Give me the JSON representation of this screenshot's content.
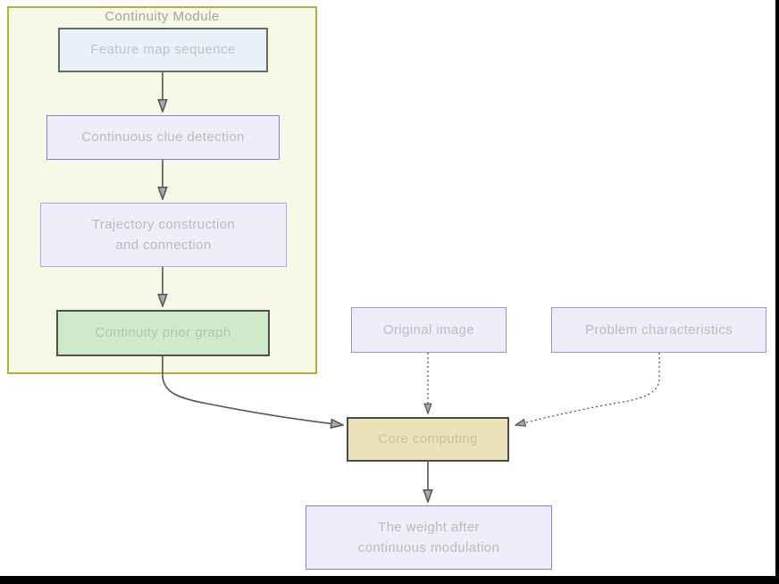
{
  "diagram": {
    "module": {
      "title": "Continuity Module",
      "nodes": [
        {
          "id": "feature-map-sequence",
          "label": "Feature map sequence"
        },
        {
          "id": "continuous-clue-detection",
          "label": "Continuous clue detection"
        },
        {
          "id": "trajectory-construction",
          "label": "Trajectory construction\nand connection"
        },
        {
          "id": "continuity-prior-graph",
          "label": "Continuity prior graph"
        }
      ]
    },
    "nodes": [
      {
        "id": "original-image",
        "label": "Original image"
      },
      {
        "id": "problem-characteristics",
        "label": "Problem characteristics"
      },
      {
        "id": "core-computing",
        "label": "Core computing"
      },
      {
        "id": "weight-output",
        "label": "The weight after\ncontinuous modulation"
      }
    ],
    "edges": [
      {
        "from": "Feature map sequence",
        "to": "Continuous clue detection",
        "style": "solid"
      },
      {
        "from": "Continuous clue detection",
        "to": "Trajectory construction and connection",
        "style": "solid"
      },
      {
        "from": "Trajectory construction and connection",
        "to": "Continuity prior graph",
        "style": "solid"
      },
      {
        "from": "Continuity prior graph",
        "to": "Core computing",
        "style": "solid"
      },
      {
        "from": "Original image",
        "to": "Core computing",
        "style": "dotted"
      },
      {
        "from": "Problem characteristics",
        "to": "Core computing",
        "style": "dotted"
      },
      {
        "from": "Core computing",
        "to": "The weight after continuous modulation",
        "style": "solid"
      }
    ],
    "colors": {
      "module_fill": "#f8f8e6",
      "module_border": "#b3b13a",
      "feature_fill": "#e9f1f8",
      "feature_border": "#65696e",
      "lavender_fill": "#f0edfb",
      "purple_border": "#9477d6",
      "light_purple_border": "#b3a5e3",
      "prior_fill": "#cfe9cb",
      "prior_border": "#4c514c",
      "core_fill": "#ebe1ba",
      "core_border": "#4d4d4d",
      "edge_stroke": "#555555",
      "label_text": "#b9b9c0",
      "title_text": "#a3a3a3",
      "letterbox": "#000000"
    }
  }
}
